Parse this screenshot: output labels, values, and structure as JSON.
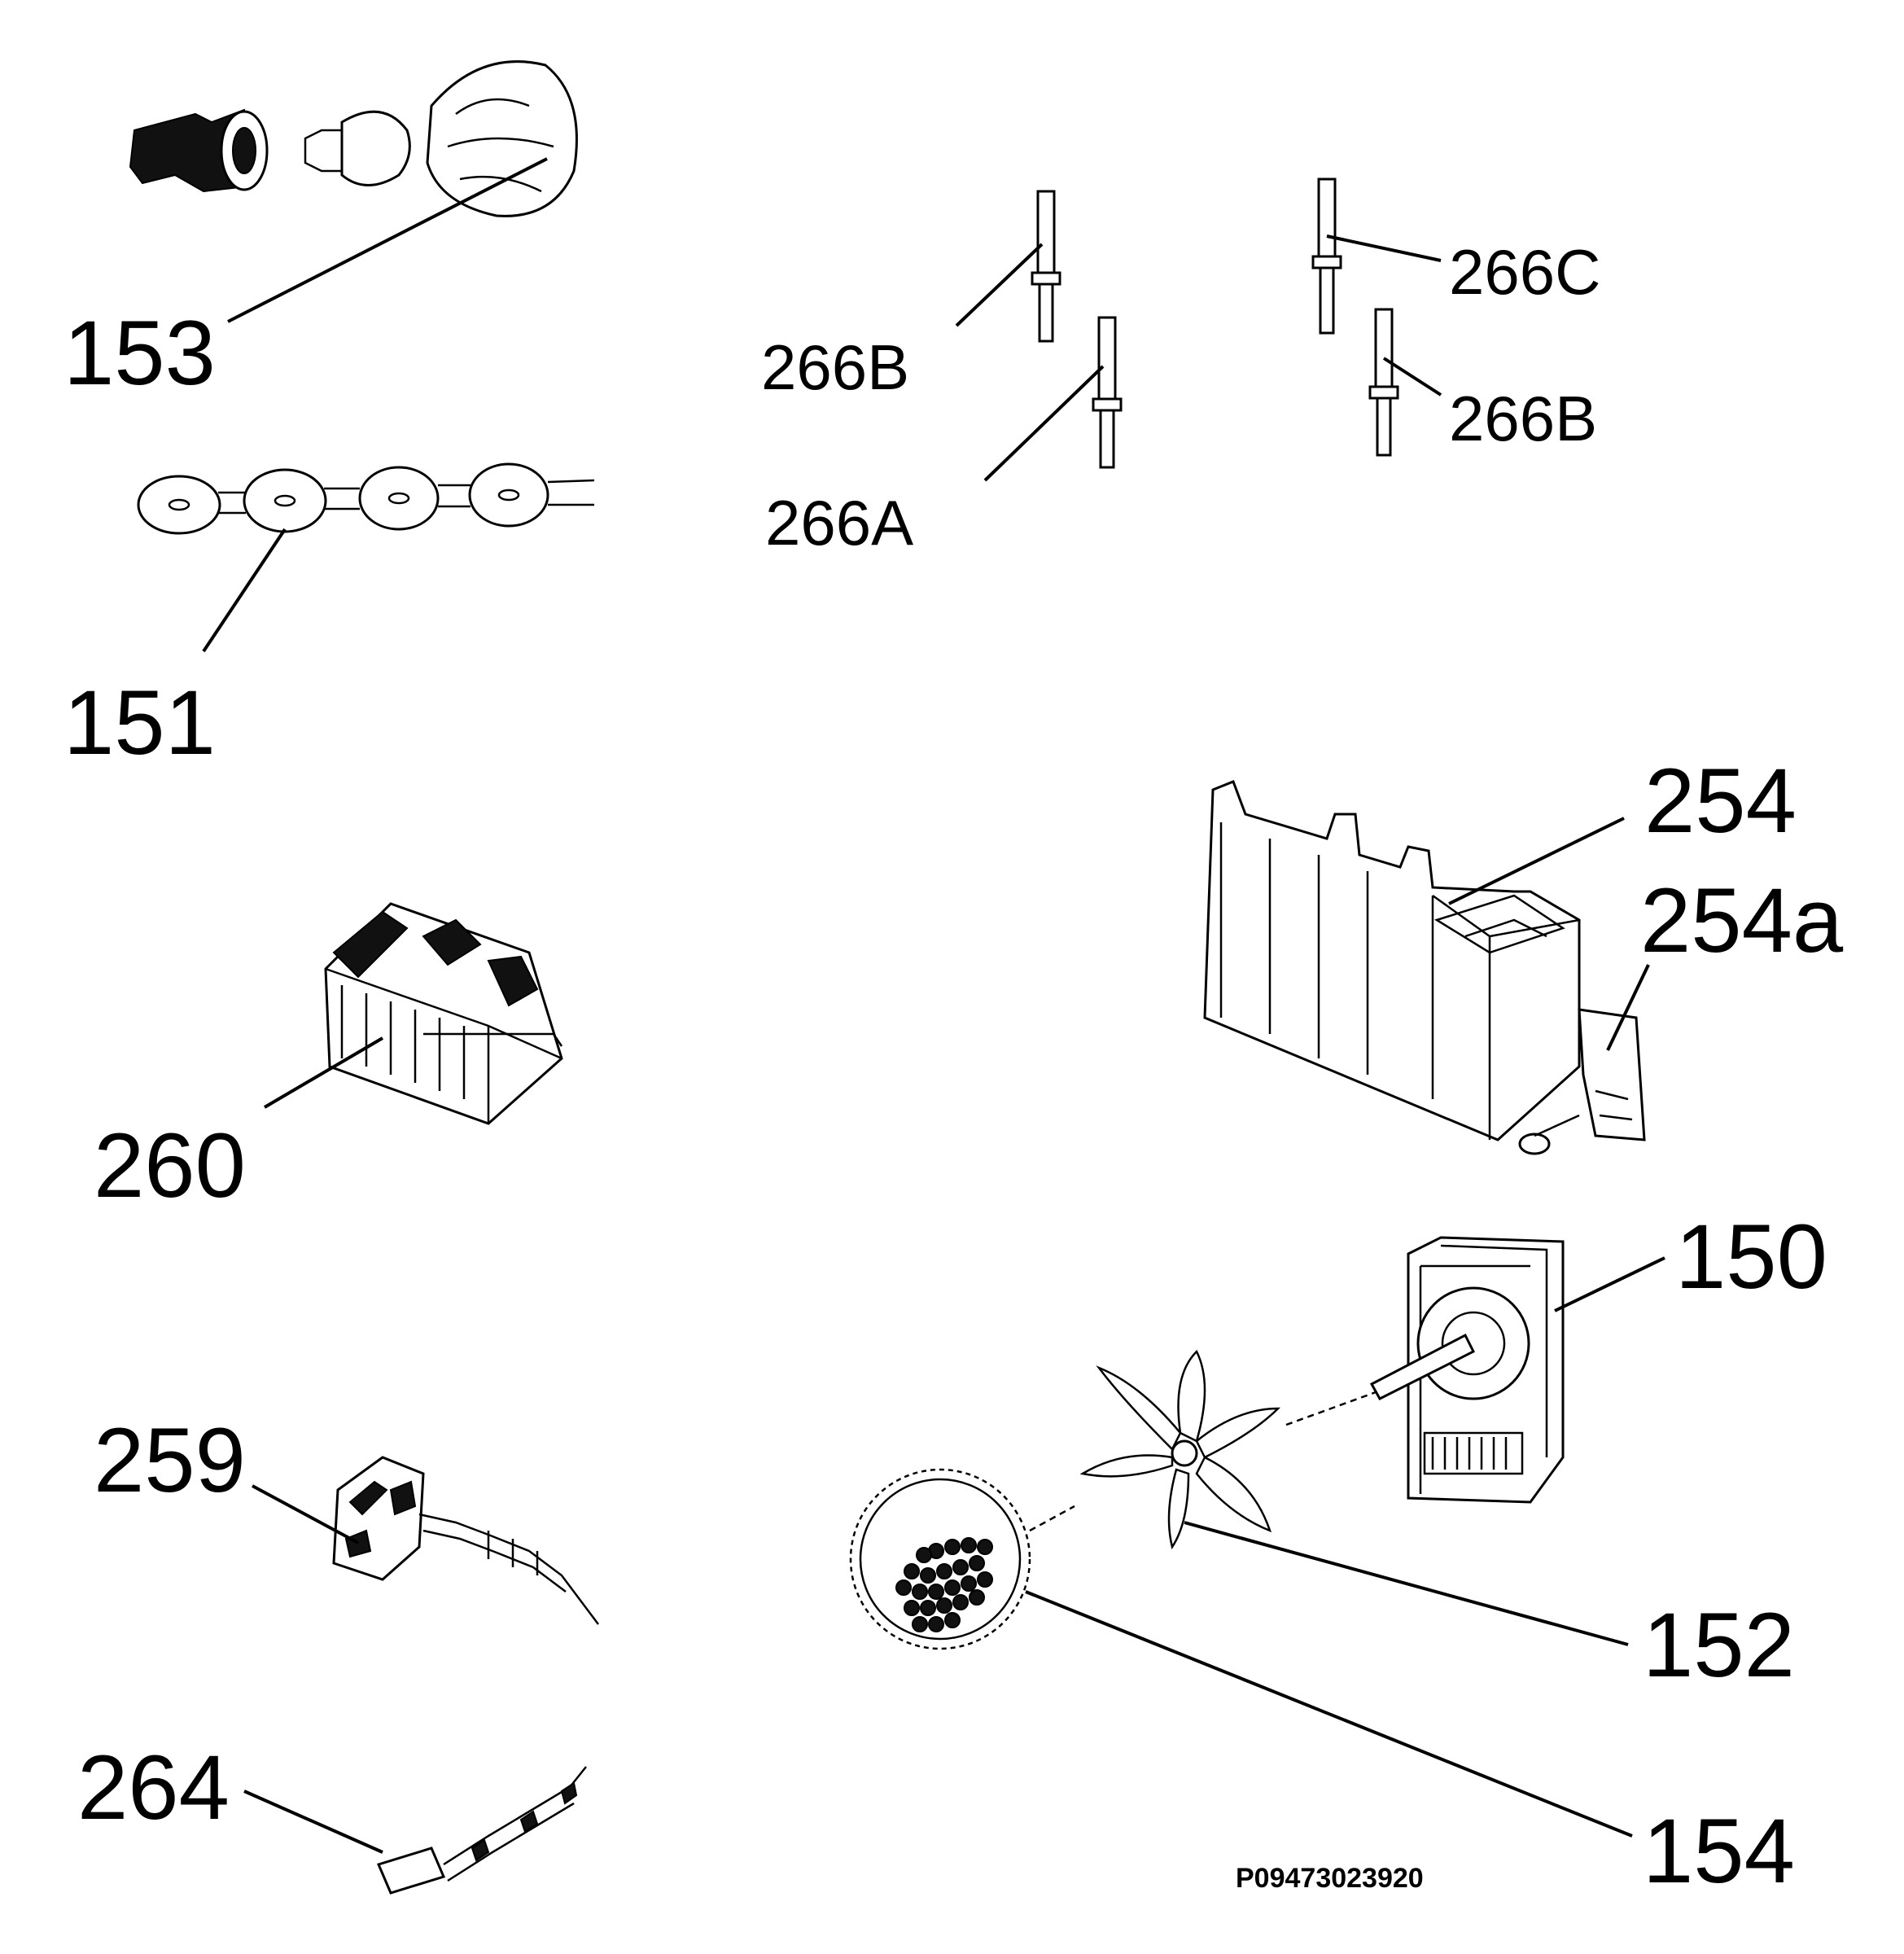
{
  "diagram": {
    "drawing_code": "P09473023920",
    "callouts": {
      "c153": "153",
      "c151": "151",
      "c266b_left": "266B",
      "c266a": "266A",
      "c266c": "266C",
      "c266b_right": "266B",
      "c254": "254",
      "c254a": "254a",
      "c260": "260",
      "c150": "150",
      "c259": "259",
      "c152": "152",
      "c264": "264",
      "c154": "154"
    }
  }
}
